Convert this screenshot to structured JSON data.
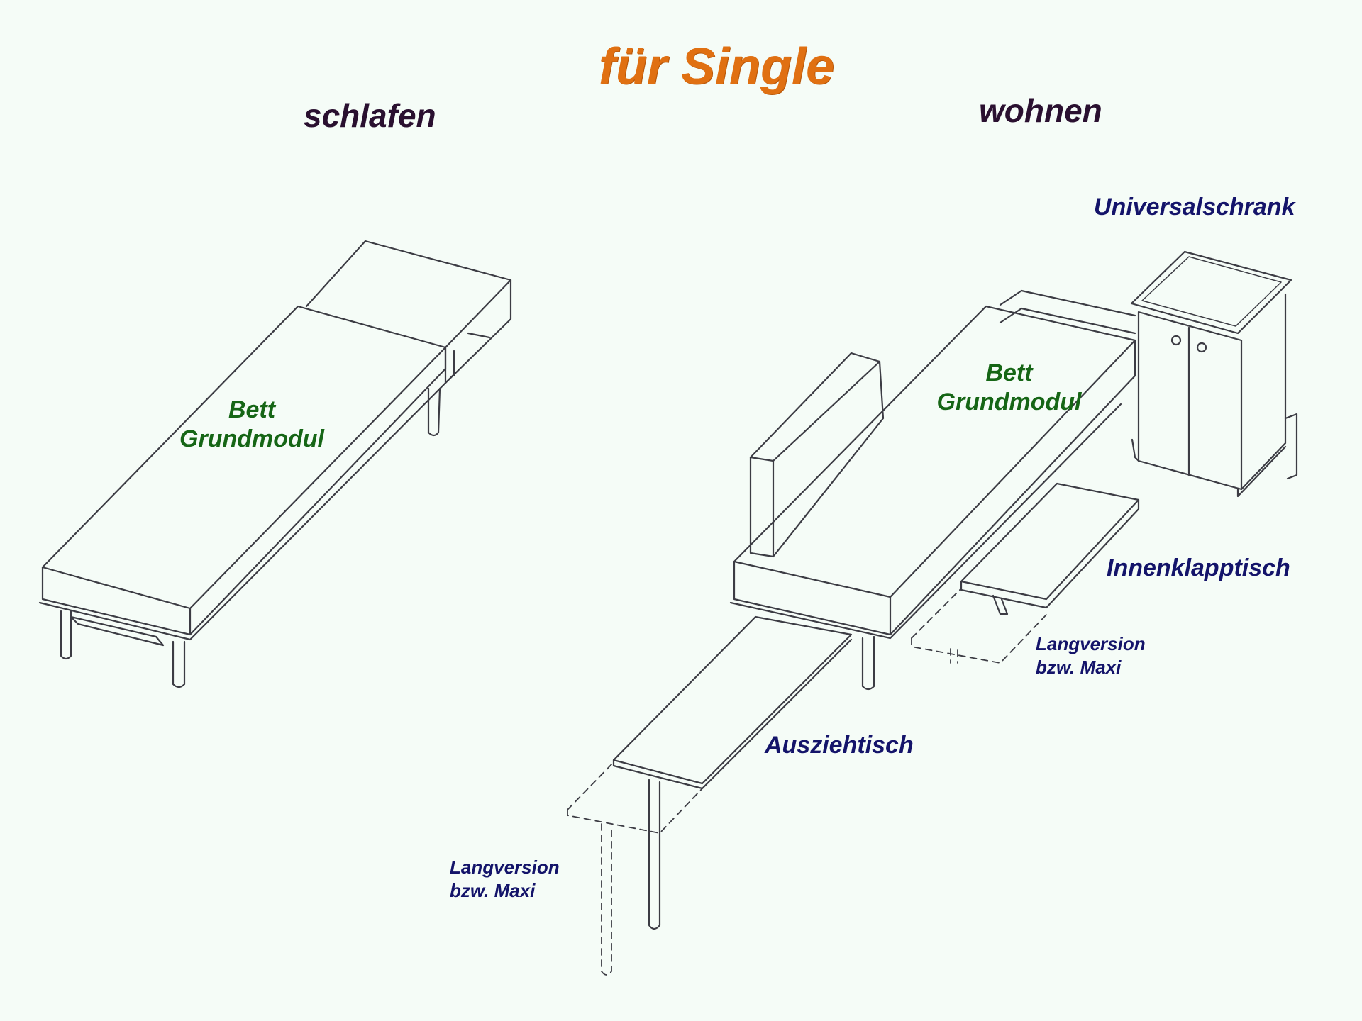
{
  "title": "für Single",
  "headings": {
    "left": "schlafen",
    "right": "wohnen"
  },
  "labels": {
    "bed_left": [
      "Bett",
      "Grundmodul"
    ],
    "bed_right": [
      "Bett",
      "Grundmodul"
    ],
    "cabinet": "Universalschrank",
    "fold_table": "Innenklapptisch",
    "fold_table_variant": [
      "Langversion",
      "bzw. Maxi"
    ],
    "pull_table": "Ausziehtisch",
    "pull_table_variant": [
      "Langversion",
      "bzw. Maxi"
    ]
  },
  "colors": {
    "background": "#f5fcf7",
    "title": "#e07012",
    "heading": "#2a1030",
    "module_label": "#166616",
    "component_label": "#14146a",
    "line_art": "#3c3c44"
  }
}
